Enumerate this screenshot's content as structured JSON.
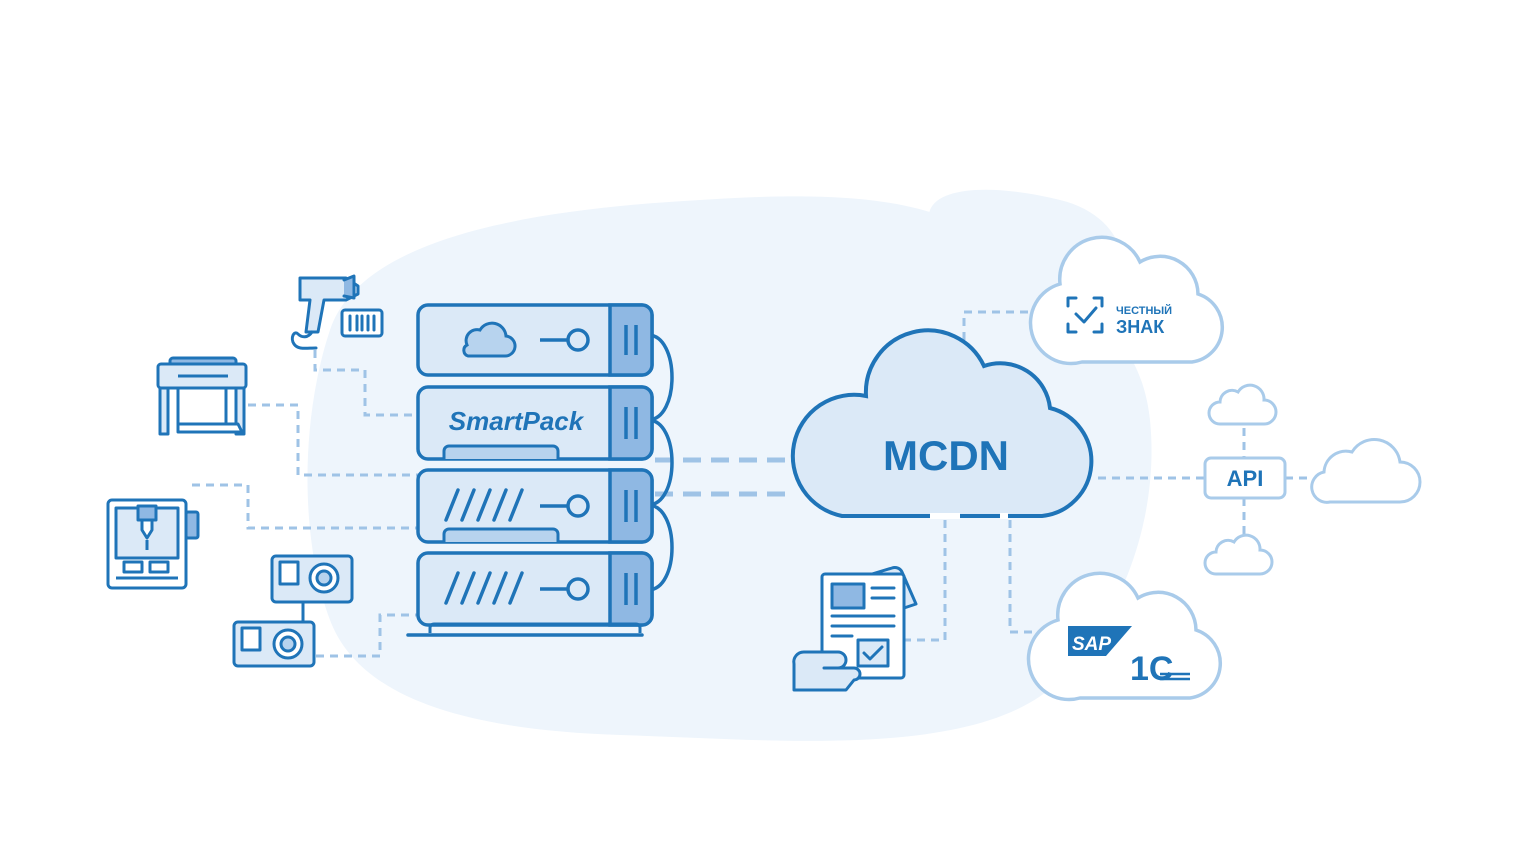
{
  "server": {
    "brand_label": "SmartPack"
  },
  "mcdn": {
    "label": "MCDN"
  },
  "api": {
    "label": "API"
  },
  "chestny_znak": {
    "line1": "ЧЕСТНЫЙ",
    "line2": "ЗНАК"
  },
  "erp": {
    "sap_label": "SAP",
    "onec_label": "1С"
  },
  "icons": {
    "scanner": "barcode-scanner-icon",
    "printer": "label-printer-icon",
    "applicator": "print-applicator-icon",
    "cameras": "camera-icon",
    "document": "document-approval-icon"
  },
  "colors": {
    "primary": "#1f74b8",
    "fill_light": "#dbe9f7",
    "fill_mid": "#b7d3ee",
    "side_panel": "#8fb8e3",
    "blob": "#eef5fc",
    "line_dash": "#9fc3e6",
    "cloud_outline": "#a9cbea"
  }
}
